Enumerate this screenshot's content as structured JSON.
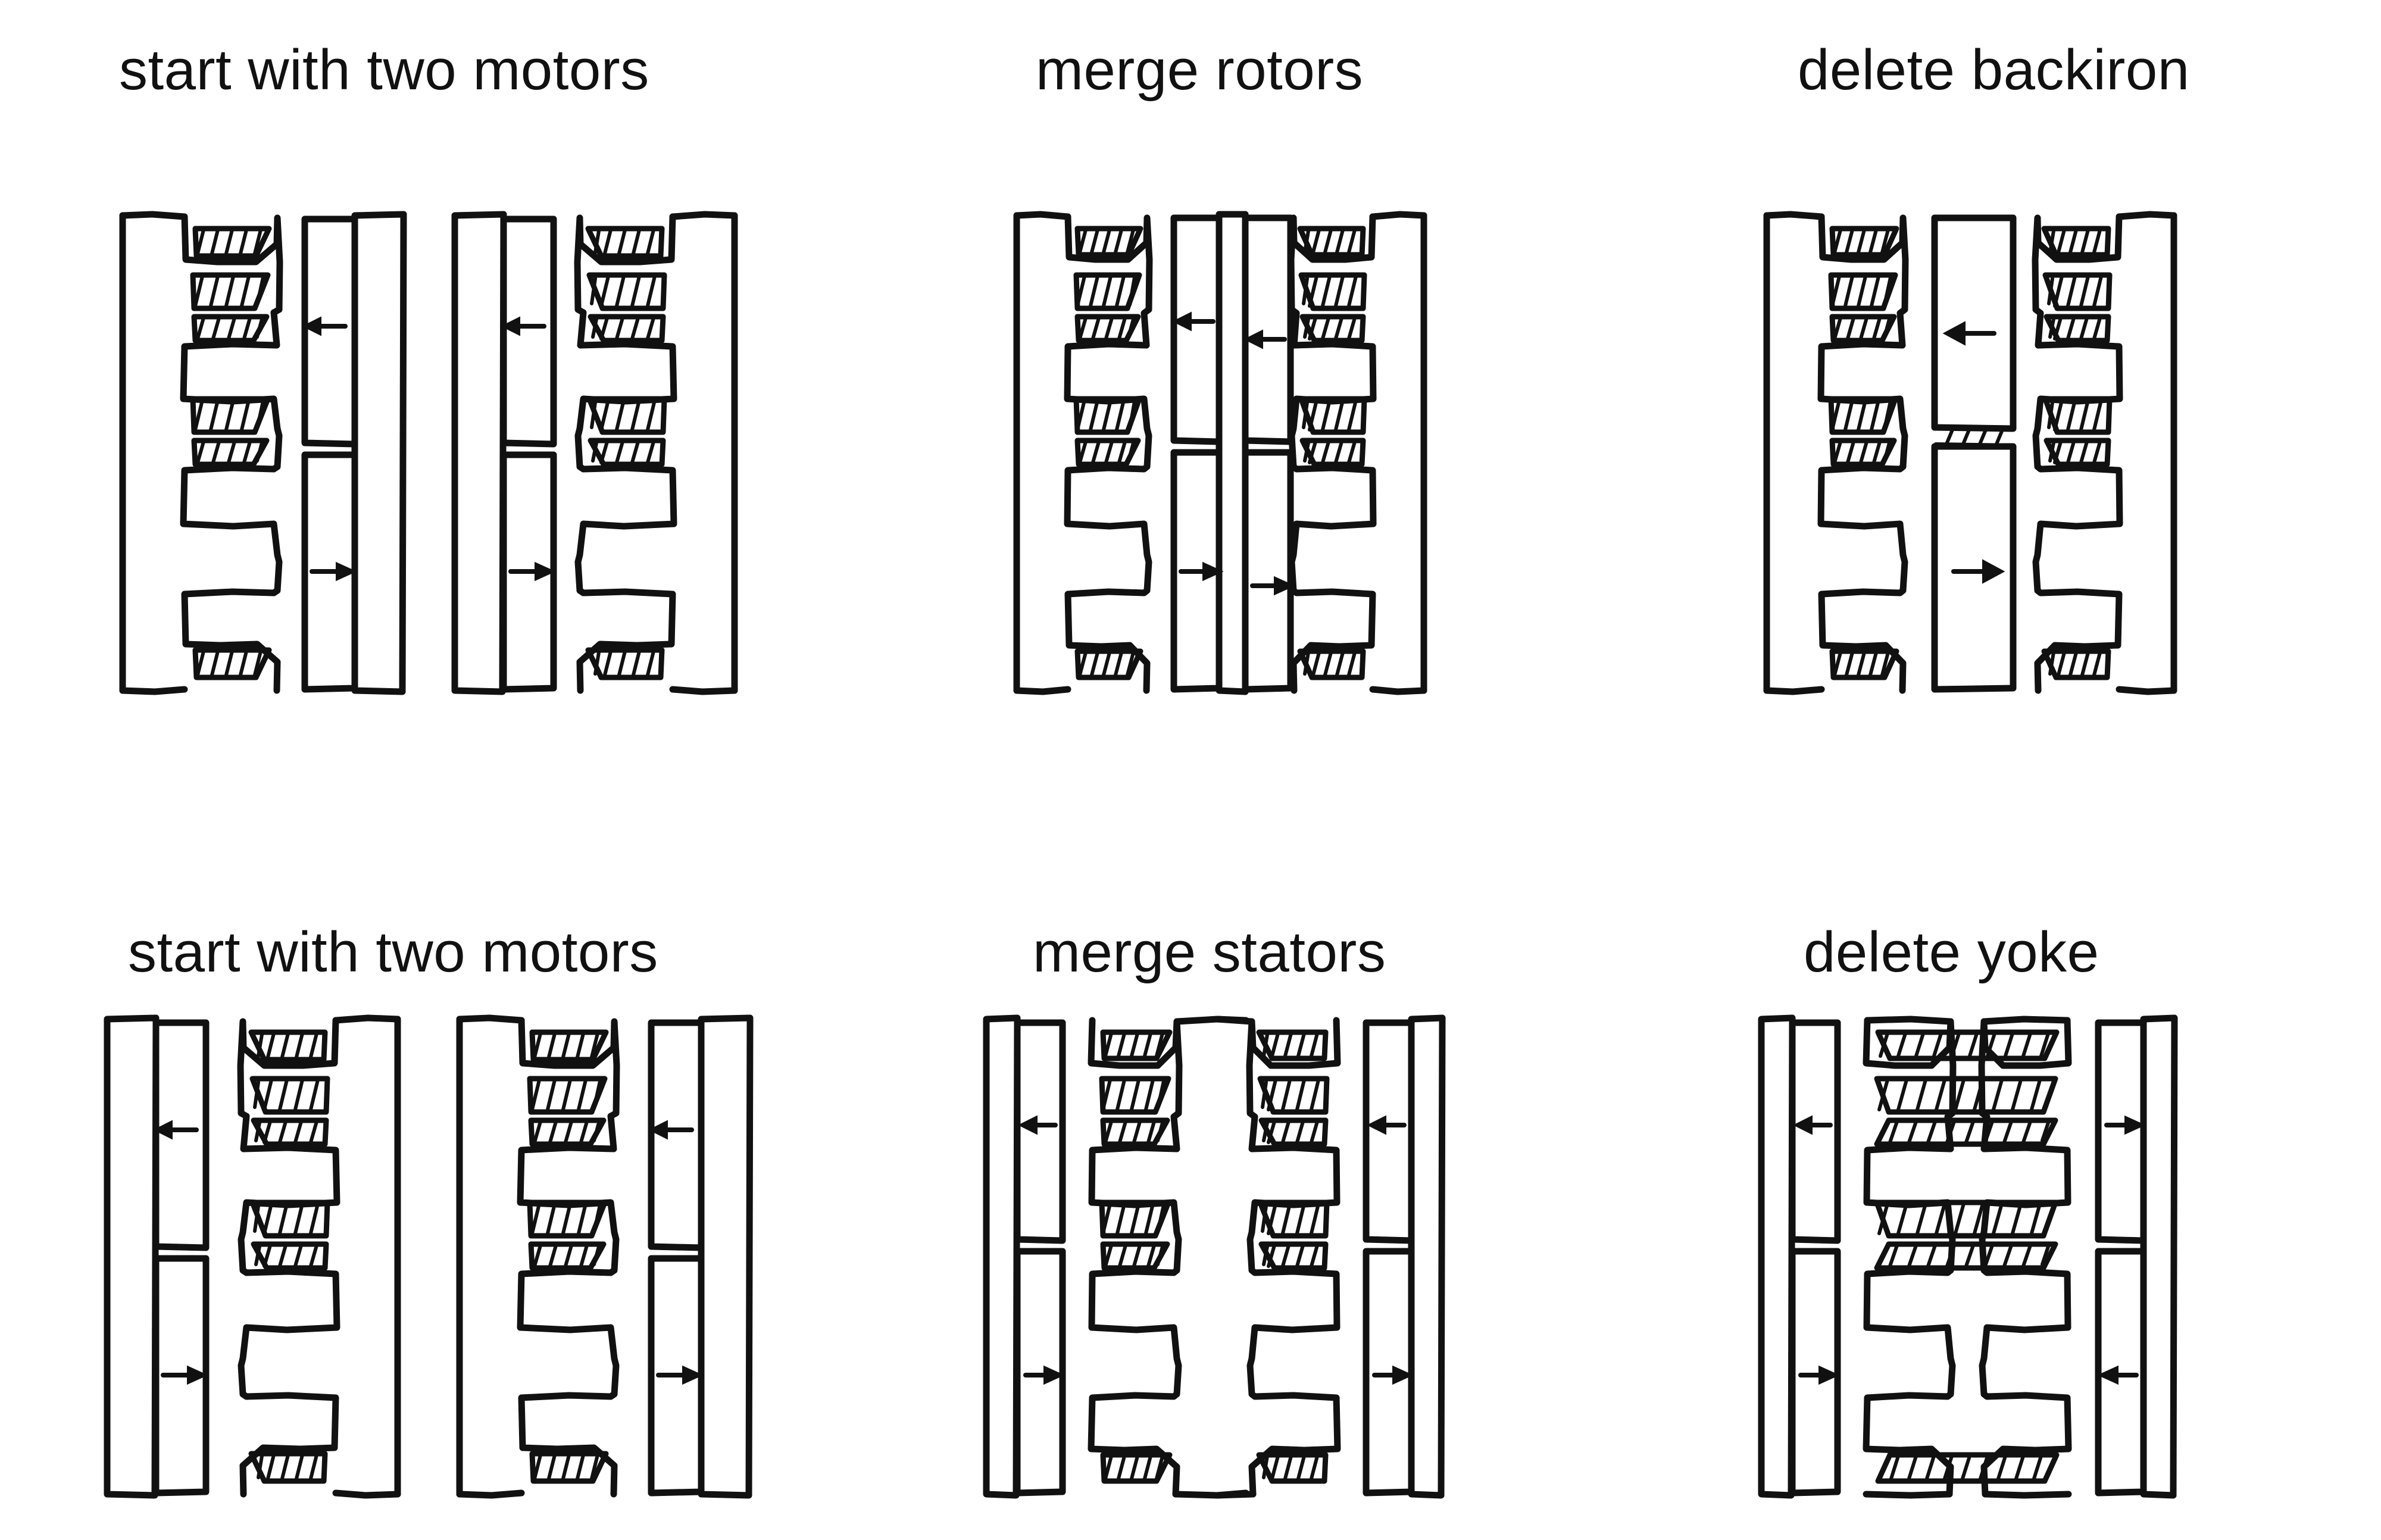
{
  "figure": {
    "background_color": "#ffffff",
    "ink_color": "#111111",
    "kind": "hand-drawn axial-flux motor topology derivation diagram",
    "rows": 2,
    "columns": 3
  },
  "panels": [
    {
      "id": "top-start",
      "title": "start with two motors",
      "row": 1,
      "column": 1,
      "description": "two separate single-sided motors, each a slotted stator facing a magnet rotor with backiron",
      "assemblies": [
        {
          "name": "motor-left",
          "order": [
            "stator",
            "airgap",
            "magnets",
            "backiron"
          ],
          "magnet_arrows": [
            "left",
            "right"
          ]
        },
        {
          "name": "motor-right",
          "order": [
            "backiron",
            "magnets",
            "airgap",
            "stator"
          ],
          "magnet_arrows": [
            "left",
            "right"
          ]
        }
      ]
    },
    {
      "id": "top-merge",
      "title": "merge rotors",
      "row": 1,
      "column": 2,
      "description": "the two rotors are brought together so their backirons touch back-to-back between the two stators",
      "assemblies": [
        {
          "name": "merged-machine",
          "order": [
            "stator",
            "airgap",
            "magnets",
            "backiron",
            "backiron",
            "magnets",
            "airgap",
            "stator"
          ],
          "magnet_arrows": [
            "left",
            "right",
            "left",
            "right"
          ]
        }
      ]
    },
    {
      "id": "top-delete",
      "title": "delete backiron",
      "row": 1,
      "column": 3,
      "description": "the shared backiron pair is removed leaving one wide magnet column shared by both stators",
      "assemblies": [
        {
          "name": "yokeless-rotor-machine",
          "order": [
            "stator",
            "airgap",
            "magnets",
            "airgap",
            "stator"
          ],
          "magnet_arrows": [
            "left",
            "right"
          ]
        }
      ]
    },
    {
      "id": "bottom-start",
      "title": "start with two motors",
      "row": 2,
      "column": 1,
      "description": "two separate single-sided motors drawn rotor-first, each a magnet rotor with backiron facing a slotted stator",
      "assemblies": [
        {
          "name": "motor-left",
          "order": [
            "backiron",
            "magnets",
            "airgap",
            "stator"
          ],
          "magnet_arrows": [
            "left",
            "right"
          ]
        },
        {
          "name": "motor-right",
          "order": [
            "stator",
            "airgap",
            "magnets",
            "backiron"
          ],
          "magnet_arrows": [
            "left",
            "right"
          ]
        }
      ]
    },
    {
      "id": "bottom-merge",
      "title": "merge stators",
      "row": 2,
      "column": 2,
      "description": "the two stators are brought together so their yokes touch back-to-back between the two rotors",
      "assemblies": [
        {
          "name": "merged-machine",
          "order": [
            "backiron",
            "magnets",
            "airgap",
            "stator",
            "stator",
            "airgap",
            "magnets",
            "backiron"
          ],
          "magnet_arrows": [
            "left",
            "right",
            "left",
            "right"
          ]
        }
      ]
    },
    {
      "id": "bottom-delete",
      "title": "delete yoke",
      "row": 2,
      "column": 3,
      "description": "the shared stator yoke is removed leaving a yokeless single stator with coils spanning the full width between two rotors, magnetisation reversed on the right rotor",
      "assemblies": [
        {
          "name": "yokeless-stator-machine",
          "order": [
            "backiron",
            "magnets",
            "airgap",
            "stator-yokeless",
            "airgap",
            "magnets",
            "backiron"
          ],
          "magnet_arrows": [
            "left",
            "right",
            "right",
            "left"
          ]
        }
      ]
    }
  ],
  "legend": {
    "hatched_region": "copper coil / winding cross-section",
    "outlined_block": "iron lamination or magnet block",
    "arrow": "magnetisation direction"
  }
}
